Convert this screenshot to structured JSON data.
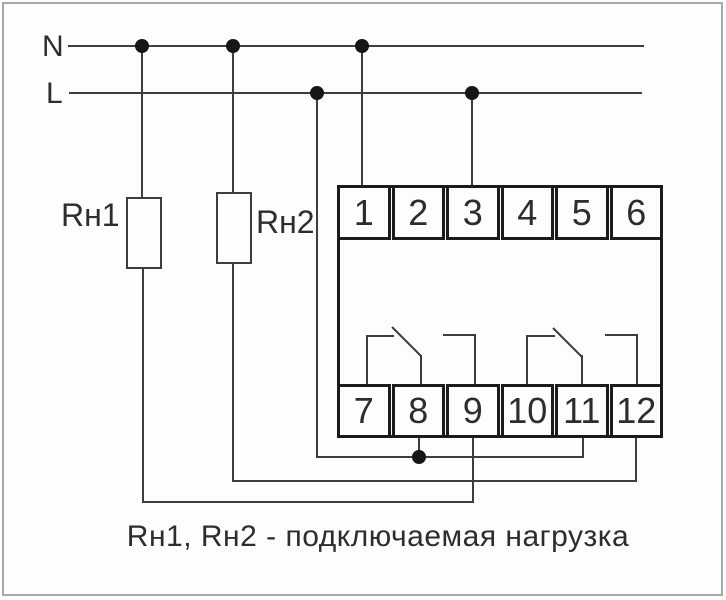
{
  "power": {
    "neutral_label": "N",
    "line_label": "L"
  },
  "loads": {
    "load1_label": "Rн1",
    "load2_label": "Rн2"
  },
  "device": {
    "top_terminals": [
      "1",
      "2",
      "3",
      "4",
      "5",
      "6"
    ],
    "bottom_terminals": [
      "7",
      "8",
      "9",
      "10",
      "11",
      "12"
    ]
  },
  "caption": "Rн1, Rн2 - подключаемая нагрузка",
  "colors": {
    "background": "#fdfdfd",
    "wire": "#3d3d3d",
    "device_border": "#1b1b1b",
    "junction_dot": "#161616",
    "text": "#2d2d2d",
    "frame_border": "#a8a8a8"
  }
}
